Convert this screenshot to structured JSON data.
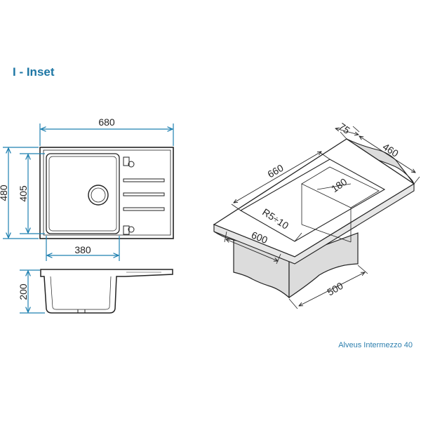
{
  "title": "I - Inset",
  "caption": "Alveus Intermezzo 40",
  "colors": {
    "dimension_line": "#1f80b0",
    "title": "#1d76a4",
    "outline": "#222222",
    "shading": "#dcdcdc"
  },
  "dimensions": {
    "top_width": "680",
    "top_height": "480",
    "bowl_height": "405",
    "bowl_width": "380",
    "depth": "200",
    "iso_length": "660",
    "iso_cabinet": "600",
    "iso_base": "500",
    "iso_radius": "R5÷10",
    "iso_offset": "75",
    "iso_width": "460",
    "iso_bowl": "180"
  }
}
